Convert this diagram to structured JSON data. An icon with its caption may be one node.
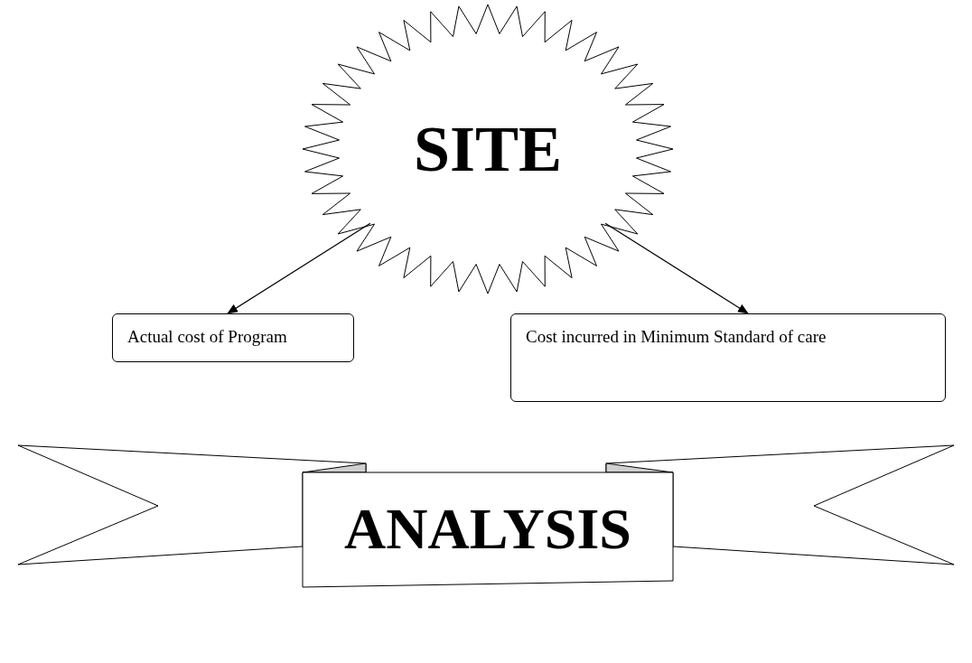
{
  "diagram": {
    "nodes": [
      {
        "text": [
          "SITE"
        ]
      },
      {
        "text": [
          "Actual cost of Program"
        ]
      },
      {
        "text": [
          "Cost incurred in Minimum Standard of care"
        ]
      },
      {
        "text": [
          "ANALYSIS"
        ]
      }
    ],
    "edges": [
      {
        "from": 0,
        "to": 1,
        "arrow": "to"
      },
      {
        "from": 0,
        "to": 2,
        "arrow": "to"
      }
    ]
  }
}
